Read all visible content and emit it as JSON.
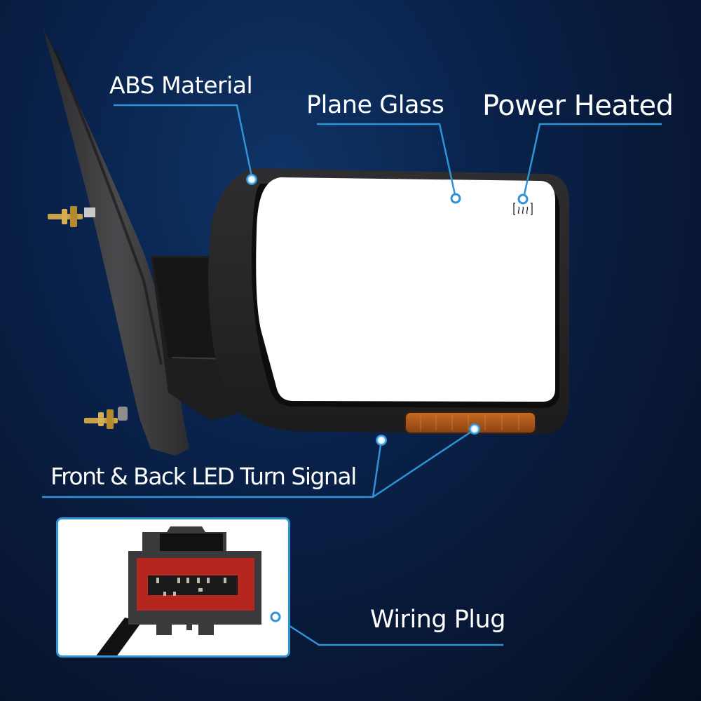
{
  "product": {
    "name": "Side View Mirror",
    "background_color": "#0a2550",
    "accent_color": "#2f93d6",
    "housing_color": "#232323",
    "glass_color": "#ffffff",
    "turn_signal_color": "#b0581a",
    "connector_color": "#b5261e"
  },
  "callouts": {
    "abs_material": {
      "label": "ABS Material"
    },
    "plane_glass": {
      "label": "Plane Glass"
    },
    "power_heated": {
      "label": "Power Heated",
      "icon": "defrost-heat-icon"
    },
    "led_turn_signal": {
      "label": "Front & Back LED Turn Signal"
    },
    "wiring_plug": {
      "label": "Wiring Plug"
    }
  }
}
